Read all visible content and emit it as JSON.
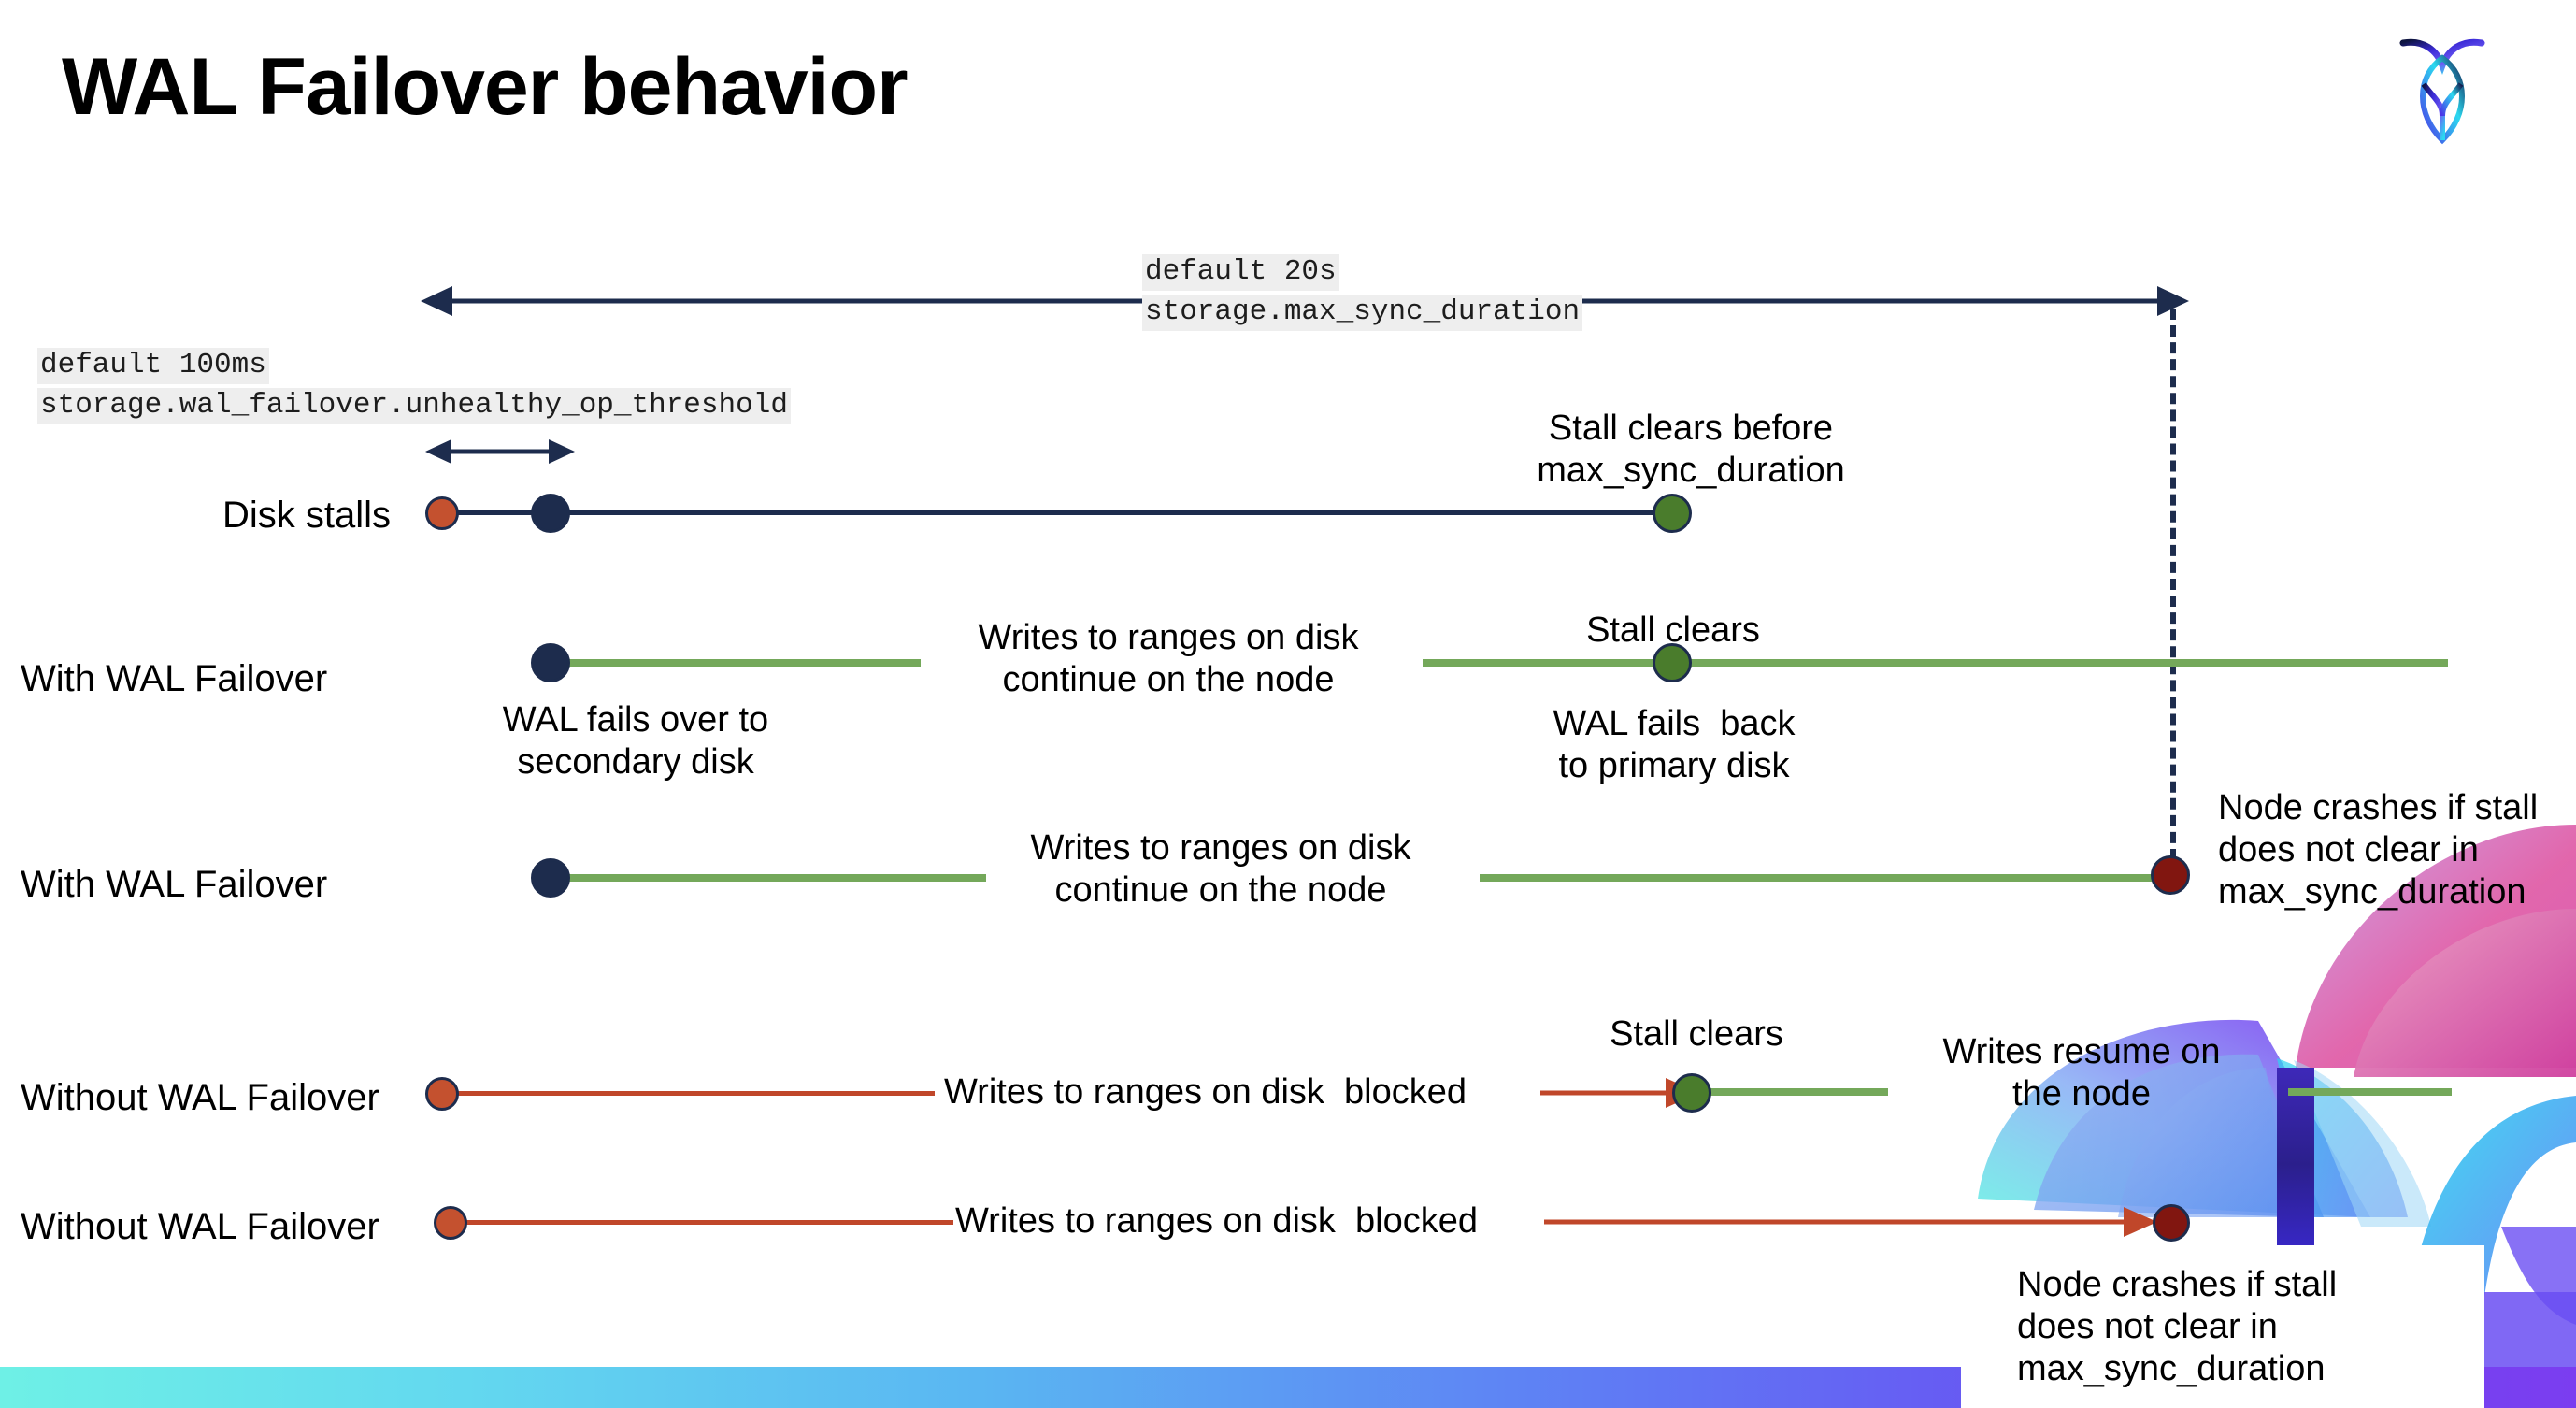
{
  "slide": {
    "title": "WAL Failover behavior",
    "logo_name": "cockroachdb-logo"
  },
  "colors": {
    "navy": "#1d2c4d",
    "green_line": "#74a85a",
    "green_dot": "#4a7c2c",
    "orange": "#c4512f",
    "orange_line": "#c0472a",
    "dark_red": "#811610",
    "chip_bg": "#eeeeee",
    "bar_gradient_start": "#6ef0e6",
    "bar_gradient_end": "#7b3df0"
  },
  "annotations": {
    "max_sync": {
      "line1": "default 20s",
      "line2": "storage.max_sync_duration"
    },
    "unhealthy_op": {
      "line1": "default 100ms",
      "line2": "storage.wal_failover.unhealthy_op_threshold"
    }
  },
  "rows": [
    {
      "id": "disk-stalls",
      "name": "Disk stalls",
      "notes": [
        {
          "id": "stall-clears-before",
          "text": "Stall clears before\nmax_sync_duration"
        }
      ]
    },
    {
      "id": "with-wal-failover-1",
      "name": "With WAL Failover",
      "notes": [
        {
          "id": "writes-continue",
          "text": "Writes to ranges on disk\ncontinue on the node"
        },
        {
          "id": "wal-fails-over",
          "text": "WAL fails over to\nsecondary disk"
        },
        {
          "id": "stall-clears",
          "text": "Stall clears"
        },
        {
          "id": "wal-fails-back",
          "text": "WAL fails  back\nto primary disk"
        }
      ]
    },
    {
      "id": "with-wal-failover-2",
      "name": "With WAL Failover",
      "notes": [
        {
          "id": "writes-continue-2",
          "text": "Writes to ranges on disk\ncontinue on the node"
        },
        {
          "id": "node-crashes-1",
          "text": "Node crashes if stall\ndoes not clear in\nmax_sync_duration"
        }
      ]
    },
    {
      "id": "without-wal-failover-1",
      "name": "Without WAL Failover",
      "notes": [
        {
          "id": "writes-blocked-1",
          "text": "Writes to ranges on disk  blocked"
        },
        {
          "id": "stall-clears-2",
          "text": "Stall clears"
        },
        {
          "id": "writes-resume",
          "text": "Writes resume on\nthe node"
        }
      ]
    },
    {
      "id": "without-wal-failover-2",
      "name": "Without WAL Failover",
      "notes": [
        {
          "id": "writes-blocked-2",
          "text": "Writes to ranges on disk  blocked"
        },
        {
          "id": "node-crashes-2",
          "text": "Node crashes if stall\ndoes not clear in\nmax_sync_duration"
        }
      ]
    }
  ]
}
